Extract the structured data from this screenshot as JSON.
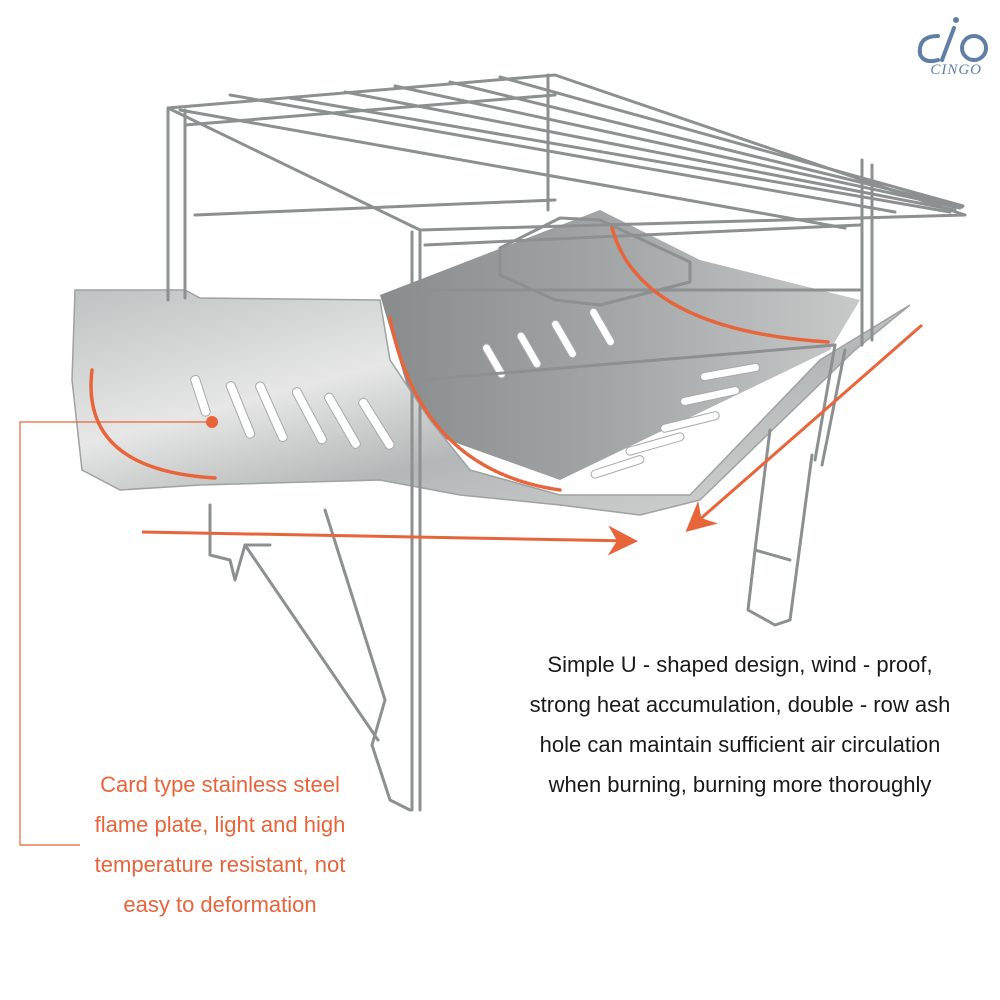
{
  "brand": {
    "name": "CINGO",
    "color": "#5f7fa6"
  },
  "colors": {
    "accent": "#e8643a",
    "body_text": "#1a1a1a",
    "steel": "#c9cbcb"
  },
  "captions": {
    "right": [
      "Simple U - shaped design, wind - proof,",
      "strong heat accumulation, double - row ash",
      "hole can maintain sufficient air circulation",
      "when burning, burning more thoroughly"
    ],
    "left": [
      "Card type stainless steel",
      "flame plate, light and high",
      "temperature resistant, not",
      "easy to deformation"
    ]
  }
}
